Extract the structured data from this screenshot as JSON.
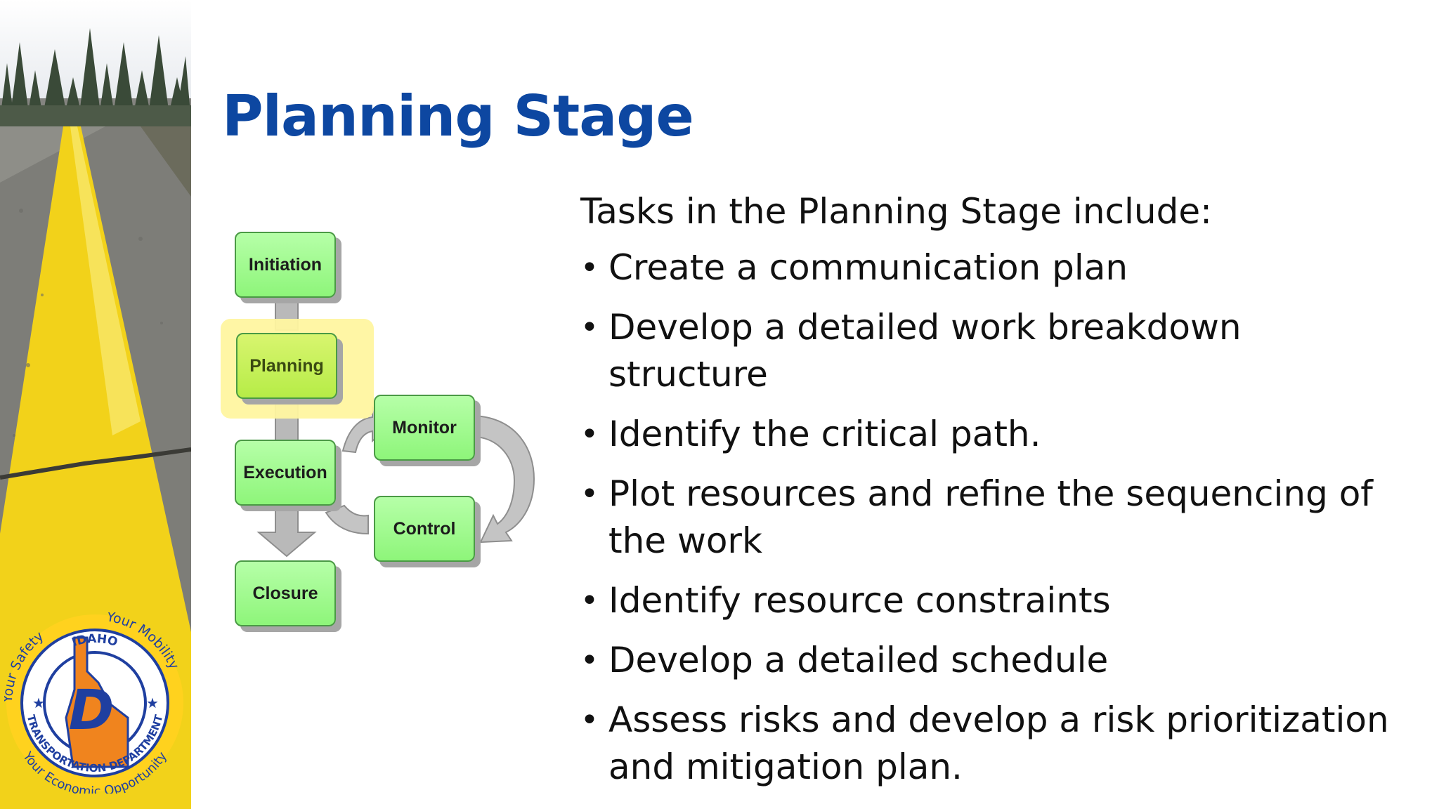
{
  "slide": {
    "title": "Planning Stage"
  },
  "diagram": {
    "stages": {
      "initiation": "Initiation",
      "planning": "Planning",
      "execution": "Execution",
      "monitor": "Monitor",
      "control": "Control",
      "closure": "Closure"
    },
    "highlighted_stage": "Planning"
  },
  "content": {
    "lead": "Tasks in the Planning Stage include:",
    "bullet_glyph": "•",
    "tasks": [
      "Create a communication plan",
      "Develop a detailed work breakdown structure",
      "Identify the critical path.",
      "Plot resources and refine the sequencing of the work",
      "Identify resource constraints",
      "Develop a detailed schedule",
      "Assess risks and develop a risk prioritization and mitigation plan."
    ]
  },
  "logo": {
    "text_top": "IDAHO",
    "text_ring": "TRANSPORTATION DEPARTMENT",
    "motto_left": "Your Safety",
    "motto_right": "Your Mobility",
    "motto_bottom": "Your Economic Opportunity"
  },
  "colors": {
    "title": "#0d47a1",
    "stage_box": "#9cf58a",
    "stage_highlight": "#fff6a0",
    "road_line": "#f2d21a",
    "seal_blue": "#1f3fa0",
    "seal_orange": "#f0841e"
  }
}
